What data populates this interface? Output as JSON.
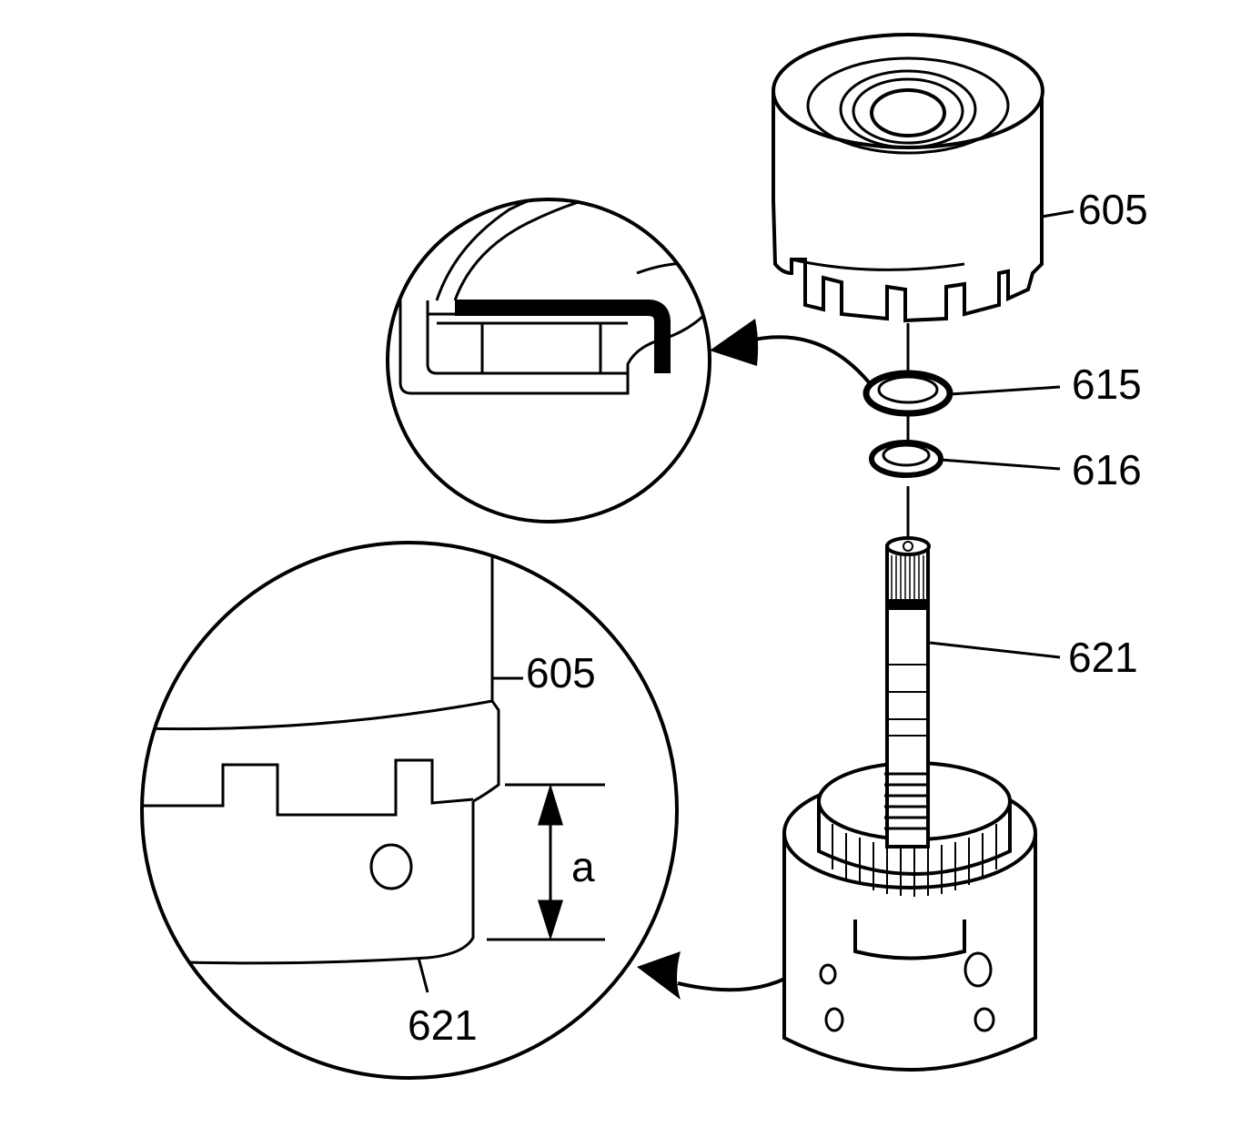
{
  "colors": {
    "ink": "#000000",
    "paper": "#ffffff"
  },
  "callouts": {
    "drum_605": "605",
    "ring_615": "615",
    "ring_616": "616",
    "shaft_621": "621",
    "detail_605": "605",
    "detail_621": "621",
    "dimension_a": "a"
  }
}
